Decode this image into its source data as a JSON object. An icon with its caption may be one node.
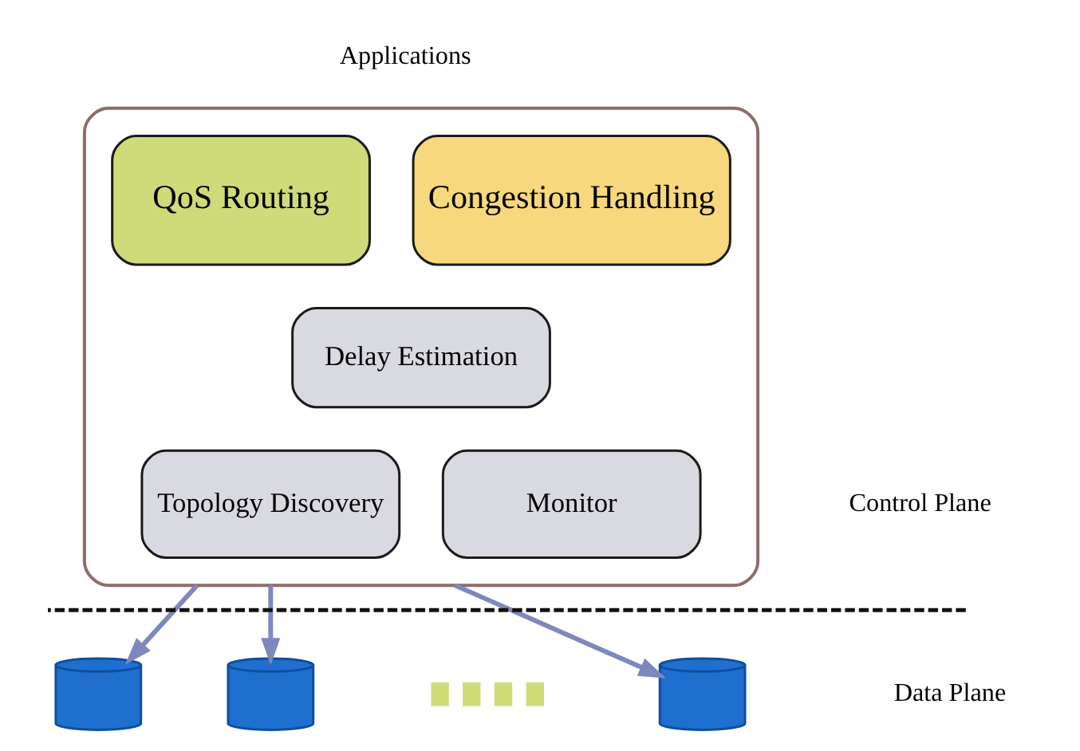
{
  "diagram": {
    "nodes": [
      {
        "text": [],
        "shape": "box"
      },
      {
        "text": [
          "QoS Routing"
        ],
        "in": 0
      },
      {
        "text": [
          "Congestion Handling"
        ],
        "in": 0
      },
      {
        "text": [
          "Delay Estimation"
        ],
        "in": 0
      },
      {
        "text": [
          "Topology Discovery"
        ],
        "in": 0
      },
      {
        "text": [
          "Monitor"
        ],
        "in": 0
      },
      {
        "text": [],
        "shape": "cylinder"
      },
      {
        "text": [],
        "shape": "cylinder"
      },
      {
        "text": [],
        "shape": "cylinder"
      }
    ],
    "edges": [
      {
        "from": 0,
        "to": 6,
        "arrow": "to"
      },
      {
        "from": 0,
        "to": 7,
        "arrow": "to"
      },
      {
        "from": 0,
        "to": 8,
        "arrow": "to"
      }
    ],
    "labels": [
      "Applications",
      "Control Plane",
      "Data Plane"
    ]
  }
}
